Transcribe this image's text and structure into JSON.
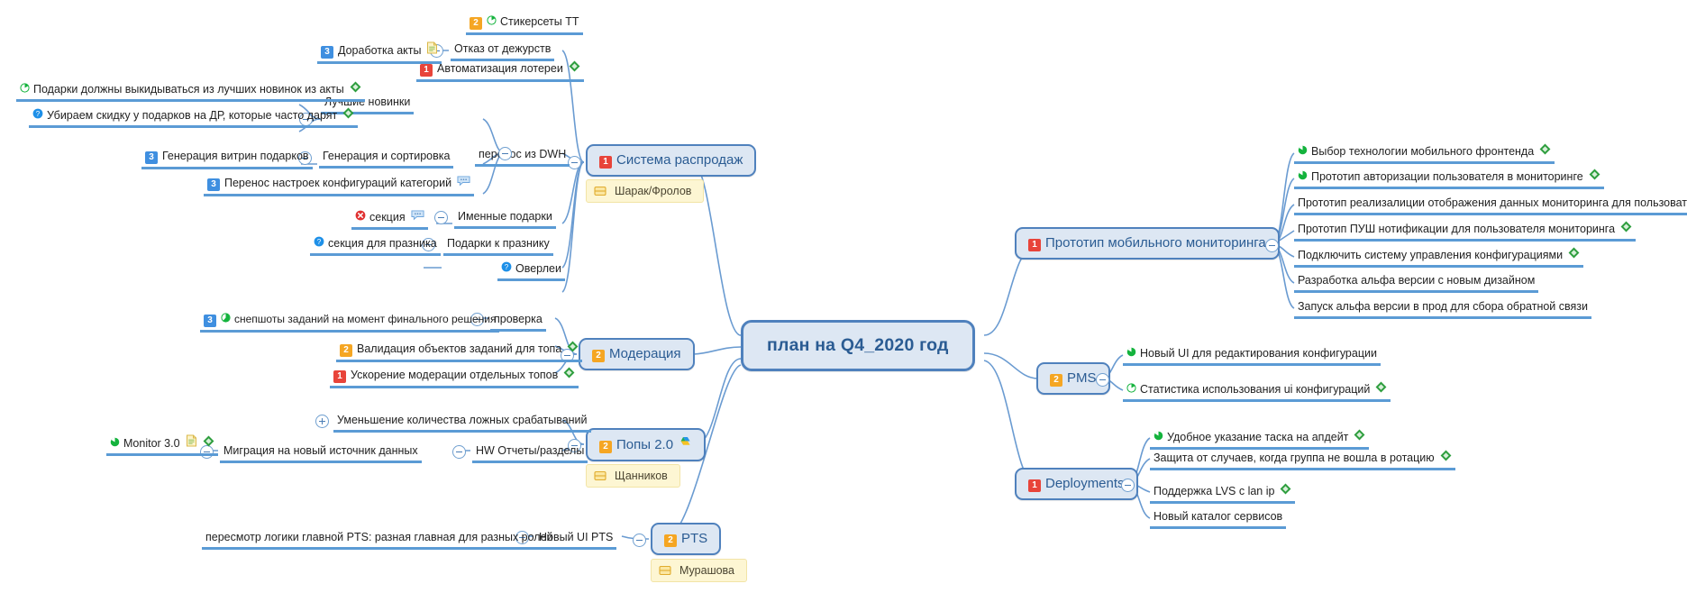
{
  "app": {
    "type": "mindmap",
    "central_topic": "план на Q4_2020 год"
  },
  "icon_names": {
    "flag": "green-diamond-flag-icon",
    "progress75": "progress-75-icon",
    "progress25": "progress-25-icon",
    "note": "note-attachment-icon",
    "comment": "comment-bubble-icon",
    "question": "question-mark-icon",
    "cancel": "cancel-x-icon",
    "gdrive": "google-drive-icon",
    "board": "board-note-icon",
    "collapse": "collapse-toggle-icon",
    "expand": "expand-toggle-icon"
  },
  "colors": {
    "priority1": "#e8443a",
    "priority2": "#f5a623",
    "priority3": "#3f8fe0",
    "branch_fill": "#dde7f3",
    "branch_stroke": "#4f81bd",
    "topic_underline": "#5b9bd5",
    "note_fill": "#fdf6d3",
    "flag_green": "#2e9e3e"
  },
  "branches": {
    "sales": {
      "label": "Система распродаж",
      "priority": "1",
      "note": "Шарак/Фролов",
      "children": {
        "dwh": {
          "label": "перенос из DWH"
        },
        "best_new": {
          "label": "Лучшие новинки"
        },
        "generation": {
          "label": "Генерация и сортировка"
        },
        "duty_refusal": {
          "label": "Отказ от дежурств"
        },
        "named_gifts": {
          "label": "Именные подарки"
        },
        "holiday_gifts": {
          "label": "Подарки к празнику"
        },
        "overlays": {
          "label": "Оверлеи",
          "priority": null
        }
      },
      "leaves": {
        "stickers": {
          "label": "Стикерсеты ТТ",
          "priority": "2"
        },
        "acts": {
          "label": "Доработка акты",
          "priority": "3"
        },
        "lottery": {
          "label": "Автоматизация лотереи",
          "priority": "1"
        },
        "gifts_from_new": {
          "label": "Подарки должны выкидываться из лучших новинок из акты"
        },
        "discount": {
          "label": "Убираем скидку у подарков на ДР, которые часто дарят"
        },
        "showcase": {
          "label": "Генерация витрин подарков",
          "priority": "3"
        },
        "categories": {
          "label": "Перенос настроек конфигураций категорий",
          "priority": "3"
        },
        "section": {
          "label": "секция"
        },
        "section_holiday": {
          "label": "секция для празника"
        },
        "overlays_leaf": {
          "label": "Оверлеи"
        }
      }
    },
    "moderation": {
      "label": "Модерация",
      "priority": "2",
      "children": {
        "check": {
          "label": "проверка"
        }
      },
      "leaves": {
        "snapshots": {
          "label": "снепшоты заданий на момент финального решения",
          "priority": "3"
        },
        "validation": {
          "label": "Валидация объектов заданий для топа",
          "priority": "2"
        },
        "speedup": {
          "label": "Ускорение модерации отдельных топов",
          "priority": "1"
        }
      }
    },
    "popy": {
      "label": "Попы 2.0",
      "priority": "2",
      "note": "Щанников",
      "children": {
        "hw_reports": {
          "label": "HW Отчеты/разделы"
        },
        "migration": {
          "label": "Миграция на новый источник данных"
        }
      },
      "leaves": {
        "false_positives": {
          "label": "Уменьшение количества ложных срабатываний"
        },
        "monitor3": {
          "label": "Monitor 3.0"
        }
      }
    },
    "pts": {
      "label": "PTS",
      "priority": "2",
      "note": "Мурашова",
      "children": {
        "new_ui": {
          "label": "Новый UI PTS"
        }
      },
      "leaves": {
        "logic_review": {
          "label": "пересмотр логики главной PTS: разная главная для разных ролей"
        }
      }
    },
    "mobile_monitoring": {
      "label": "Прототип мобильного мониторинга",
      "priority": "1",
      "leaves": [
        {
          "label": "Выбор технологии мобильного фронтенда",
          "progress": "75",
          "flag": true
        },
        {
          "label": "Прототип авторизации пользователя в мониторинге",
          "progress": "75",
          "flag": true
        },
        {
          "label": "Прототип реализалиции отображения данных мониторинга для пользователя",
          "flag": true
        },
        {
          "label": "Прототип ПУШ нотификации для пользователя мониторинга",
          "flag": true
        },
        {
          "label": "Подключить систему управления конфигурациями",
          "flag": true
        },
        {
          "label": "Разработка альфа версии с новым дизайном",
          "flag": false
        },
        {
          "label": "Запуск альфа версии в прод для сбора обратной связи",
          "flag": false
        }
      ]
    },
    "pms": {
      "label": "PMS",
      "priority": "2",
      "leaves": [
        {
          "label": "Новый UI для редактирования конфигурации",
          "progress": "75",
          "flag": false
        },
        {
          "label": "Статистика использования ui конфигураций",
          "progress": "25",
          "flag": true
        }
      ]
    },
    "deployments": {
      "label": "Deployments",
      "priority": "1",
      "leaves": [
        {
          "label": "Удобное указание таска на апдейт",
          "progress": "75",
          "flag": true
        },
        {
          "label": "Защита от случаев, когда группа не вошла в ротацию",
          "flag": true
        },
        {
          "label": "Поддержка LVS с lan ip",
          "flag": true
        },
        {
          "label": "Новый каталог сервисов",
          "flag": false
        }
      ]
    }
  },
  "toggles": {
    "collapse": "−",
    "expand": "+"
  }
}
